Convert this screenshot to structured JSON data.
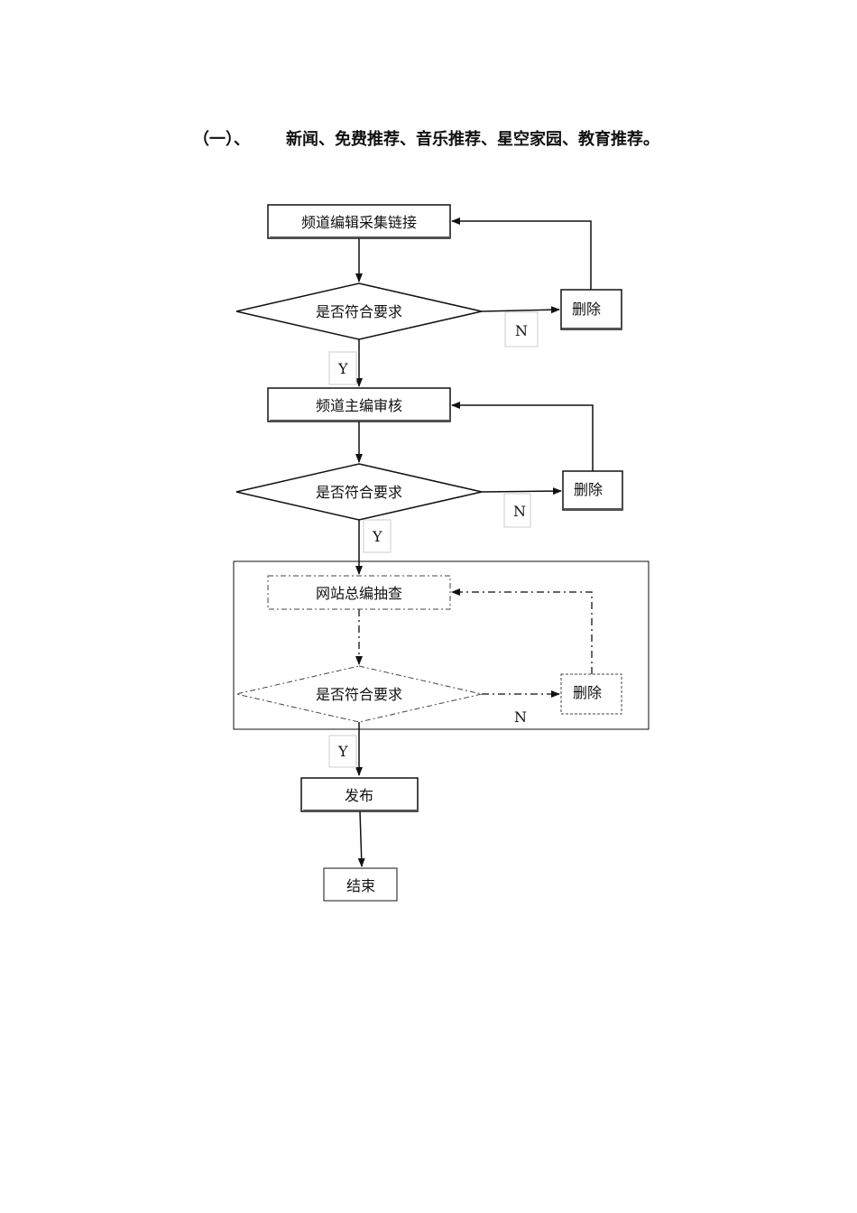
{
  "heading": {
    "number": "（一）、",
    "text": "新闻、免费推荐、音乐推荐、星空家园、教育推荐。"
  },
  "flowchart": {
    "nodes": {
      "collect": "频道编辑采集链接",
      "check1": "是否符合要求",
      "delete1": "删除",
      "review": "频道主编审核",
      "check2": "是否符合要求",
      "delete2": "删除",
      "spot": "网站总编抽查",
      "check3": "是否符合要求",
      "delete3": "删除",
      "publish": "发布",
      "end": "结束"
    },
    "labels": {
      "no1": "N",
      "yes1": "Y",
      "no2": "N",
      "yes2": "Y",
      "no3": "N",
      "yes3": "Y"
    }
  }
}
